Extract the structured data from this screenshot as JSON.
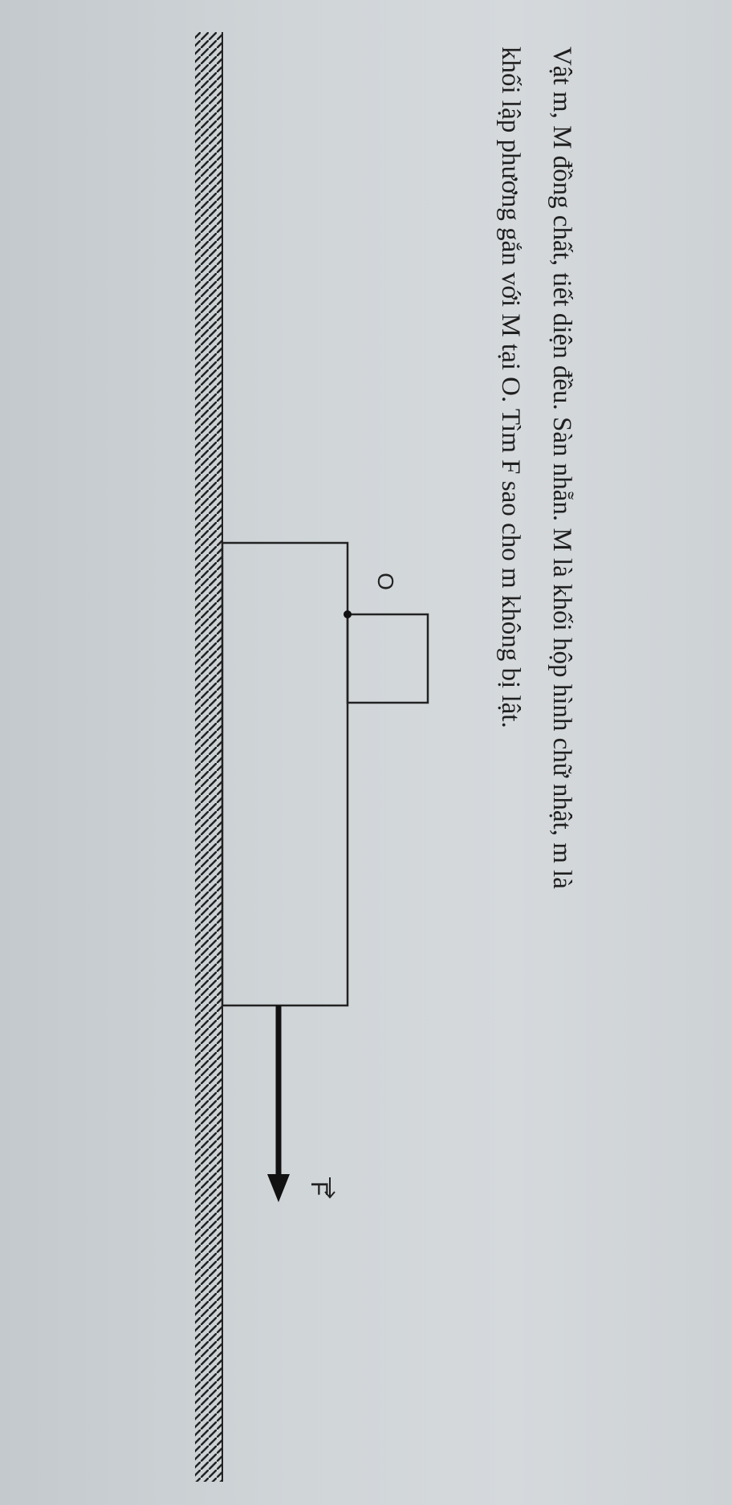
{
  "problem": {
    "line1": "Vật m, M đồng chất, tiết diện đều. Sàn nhẵn. M là khối hộp hình chữ nhật, m là",
    "line2": "khối lập phương gắn với M tại O. Tìm F sao cho m không bị lật."
  },
  "figure": {
    "pivot_label": "O",
    "force_label": "F",
    "stroke_color": "#1f1f1f"
  }
}
